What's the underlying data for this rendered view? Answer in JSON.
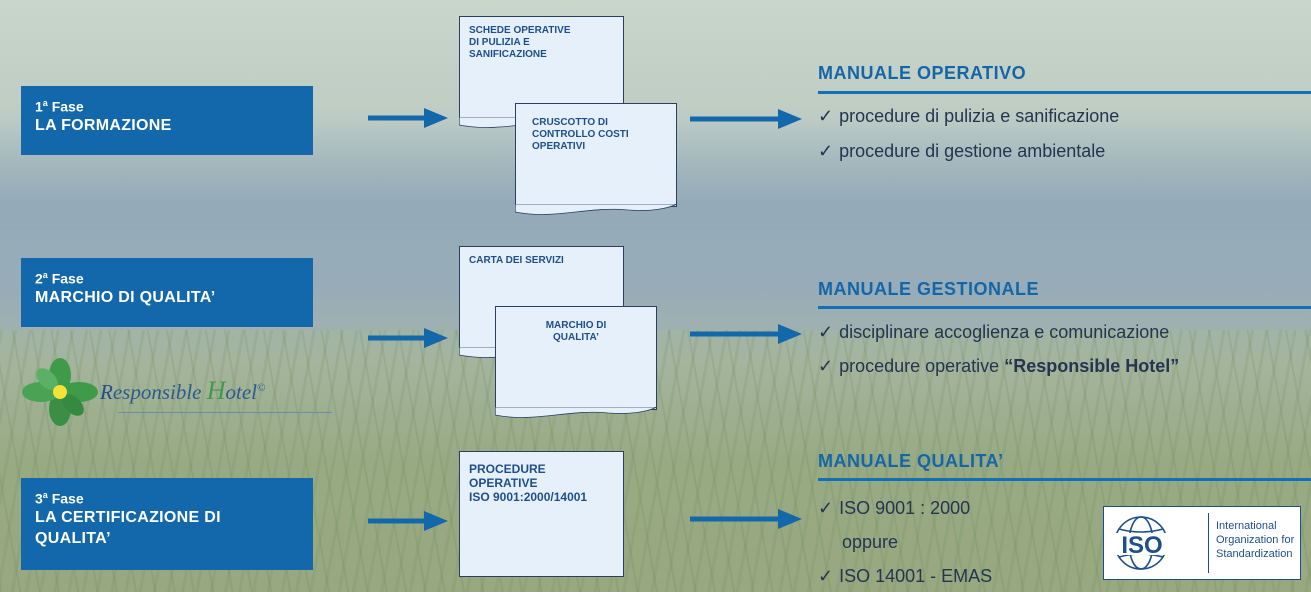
{
  "phases": [
    {
      "num": "1",
      "sup": "a",
      "label": "Fase",
      "title_lines": [
        "LA FORMAZIONE"
      ]
    },
    {
      "num": "2",
      "sup": "a",
      "label": "Fase",
      "title_lines": [
        "MARCHIO DI QUALITA’"
      ]
    },
    {
      "num": "3",
      "sup": "a",
      "label": "Fase",
      "title_lines": [
        "LA CERTIFICAZIONE DI",
        "QUALITA’"
      ]
    }
  ],
  "documents": {
    "d1": [
      "SCHEDE OPERATIVE",
      "DI PULIZIA E",
      "SANIFICAZIONE"
    ],
    "d2": [
      "CRUSCOTTO DI",
      "CONTROLLO COSTI",
      "OPERATIVI"
    ],
    "d3": [
      "CARTA DEI SERVIZI"
    ],
    "d4": [
      "MARCHIO DI",
      "QUALITA’"
    ],
    "d5": [
      "PROCEDURE",
      "OPERATIVE",
      "ISO 9001:2000/14001"
    ]
  },
  "manuals": [
    {
      "title": "MANUALE OPERATIVO",
      "items": [
        "procedure di pulizia e sanificazione",
        "procedure di gestione ambientale"
      ]
    },
    {
      "title": "MANUALE GESTIONALE",
      "items": [
        "disciplinare accoglienza e comunicazione",
        "procedure operative"
      ],
      "item2_bold": "“Responsible Hotel”"
    },
    {
      "title": "MANUALE QUALITA’",
      "items": [
        "ISO 9001 : 2000",
        "oppure",
        "ISO 14001 - EMAS"
      ]
    }
  ],
  "check_symbol": "✓",
  "logo": {
    "text_r": "R",
    "text_esponsible": "esponsible ",
    "text_h": "H",
    "text_otel": "otel",
    "mark": "©"
  },
  "iso": {
    "mark": "ISO",
    "lines": [
      "International",
      "Organization for",
      "Standardization"
    ]
  },
  "colors": {
    "accent": "#1268aa",
    "doc_fill": "#e6f0fa",
    "title_blue": "#1566a8"
  }
}
